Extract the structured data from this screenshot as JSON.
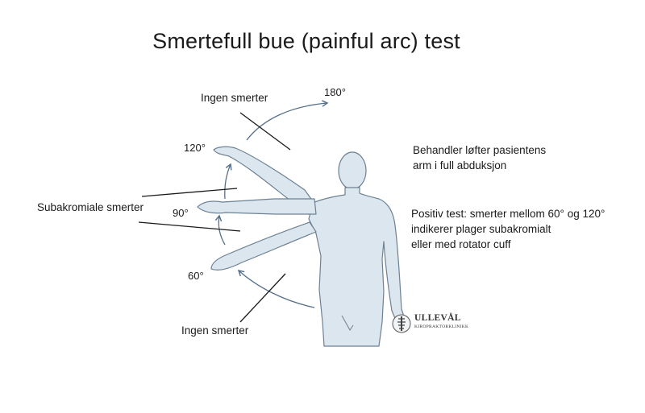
{
  "title": "Smertefull bue (painful arc) test",
  "labels": {
    "no_pain_top": "Ingen smerter",
    "no_pain_bottom": "Ingen smerter",
    "subacromial": "Subakromiale smerter"
  },
  "angles": {
    "a180": "180°",
    "a120": "120°",
    "a90": "90°",
    "a60": "60°"
  },
  "description": {
    "line1": "Behandler løfter pasientens",
    "line2": "arm i full abduksjon"
  },
  "positive": {
    "line1": "Positiv test: smerter mellom 60° og 120°",
    "line2": "indikerer plager subakromialt",
    "line3": "eller med rotator cuff"
  },
  "logo": {
    "name": "ULLEVÅL",
    "subtitle": "KIROPRAKTORKLINIKK"
  },
  "colors": {
    "body_fill": "#dce6ee",
    "body_stroke": "#6c8193",
    "arrow": "#56708a",
    "line": "#1a1a1a"
  }
}
